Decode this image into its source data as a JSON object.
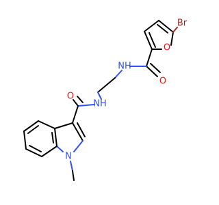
{
  "molecule": {
    "atoms": {
      "br": {
        "symbol": "Br",
        "color": "#a62929"
      },
      "o_furan": {
        "symbol": "O",
        "color": "#ff0d0d"
      },
      "o_furan_amide": {
        "symbol": "O",
        "color": "#ff0d0d"
      },
      "nh_furan_amide": {
        "symbol": "NH",
        "color": "#3050f8"
      },
      "nh_indole_amide": {
        "symbol": "NH",
        "color": "#3050f8"
      },
      "o_indole_amide": {
        "symbol": "O",
        "color": "#ff0d0d"
      },
      "n_indole": {
        "symbol": "N",
        "color": "#3050f8"
      }
    }
  }
}
